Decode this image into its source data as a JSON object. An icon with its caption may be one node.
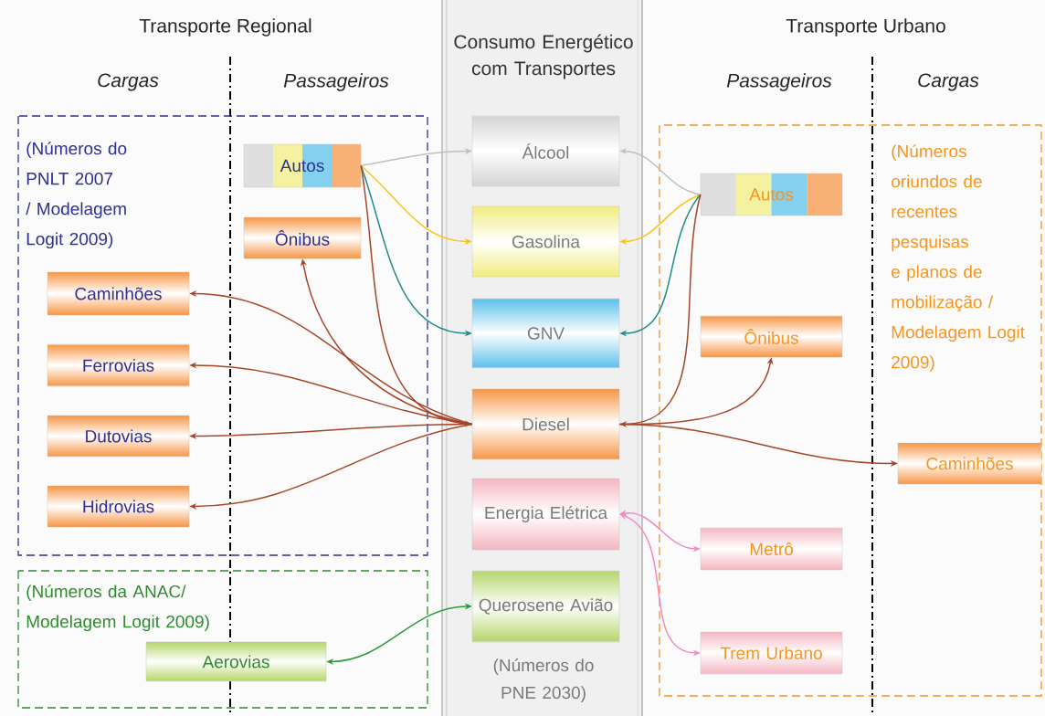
{
  "diagram": {
    "nodes": [
      {
        "text": [
          "(Números do PNLT 2007 / Modelagem Logit 2009)"
        ]
      },
      {
        "text": [
          "Autos"
        ],
        "in": 0
      },
      {
        "text": [
          "Ônibus"
        ],
        "in": 0
      },
      {
        "text": [
          "Caminhões"
        ],
        "in": 0
      },
      {
        "text": [
          "Ferrovias"
        ],
        "in": 0
      },
      {
        "text": [
          "Dutovias"
        ],
        "in": 0
      },
      {
        "text": [
          "Hidrovias"
        ],
        "in": 0
      },
      {
        "text": [
          "(Números da ANAC/ Modelagem Logit 2009)"
        ]
      },
      {
        "text": [
          "Aerovias"
        ],
        "in": 7
      },
      {
        "text": [
          "Consumo Energético com Transportes",
          "(Números do PNE 2030)"
        ]
      },
      {
        "text": [
          "Álcool"
        ],
        "in": 9
      },
      {
        "text": [
          "Gasolina"
        ],
        "in": 9
      },
      {
        "text": [
          "GNV"
        ],
        "in": 9
      },
      {
        "text": [
          "Diesel"
        ],
        "in": 9
      },
      {
        "text": [
          "Energia Elétrica"
        ],
        "in": 9
      },
      {
        "text": [
          "Querosene Avião"
        ],
        "in": 9
      },
      {
        "text": [
          "(Números oriundos de recentes pesquisas e planos de mobilização / Modelagem Logit 2009)"
        ]
      },
      {
        "text": [
          "Autos"
        ],
        "in": 16
      },
      {
        "text": [
          "Ônibus"
        ],
        "in": 16
      },
      {
        "text": [
          "Caminhões"
        ],
        "in": 16
      },
      {
        "text": [
          "Metrô"
        ],
        "in": 16
      },
      {
        "text": [
          "Trem Urbano"
        ],
        "in": 16
      }
    ],
    "edges": [
      {
        "from": 1,
        "to": 10,
        "arrow": "to",
        "color": "#c0c0c0"
      },
      {
        "from": 1,
        "to": 11,
        "arrow": "to",
        "color": "#f5c518"
      },
      {
        "from": 1,
        "to": 12,
        "arrow": "to",
        "color": "#1e8c8c"
      },
      {
        "from": 1,
        "to": 13,
        "arrow": "to"
      },
      {
        "from": 13,
        "to": 2,
        "arrow": "to"
      },
      {
        "from": 13,
        "to": 3,
        "arrow": "to"
      },
      {
        "from": 13,
        "to": 4,
        "arrow": "to"
      },
      {
        "from": 13,
        "to": 5,
        "arrow": "to"
      },
      {
        "from": 13,
        "to": 6,
        "arrow": "to"
      },
      {
        "from": 17,
        "to": 10,
        "arrow": "to",
        "color": "#c0c0c0"
      },
      {
        "from": 17,
        "to": 11,
        "arrow": "to",
        "color": "#f5c518"
      },
      {
        "from": 17,
        "to": 12,
        "arrow": "to",
        "color": "#1e8c8c"
      },
      {
        "from": 17,
        "to": 13,
        "arrow": "to"
      },
      {
        "from": 13,
        "to": 18,
        "arrow": "to"
      },
      {
        "from": 13,
        "to": 19,
        "arrow": "to"
      },
      {
        "from": 14,
        "to": 20,
        "arrow": "both",
        "color": "#f08cc0"
      },
      {
        "from": 14,
        "to": 21,
        "arrow": "both",
        "color": "#f08cc0"
      },
      {
        "from": 15,
        "to": 8,
        "arrow": "both",
        "color": "#2a9a3a"
      }
    ],
    "labels": [
      "Transporte Regional",
      "Transporte Urbano",
      "Cargas",
      "Passageiros",
      "Passageiros",
      "Cargas"
    ]
  }
}
